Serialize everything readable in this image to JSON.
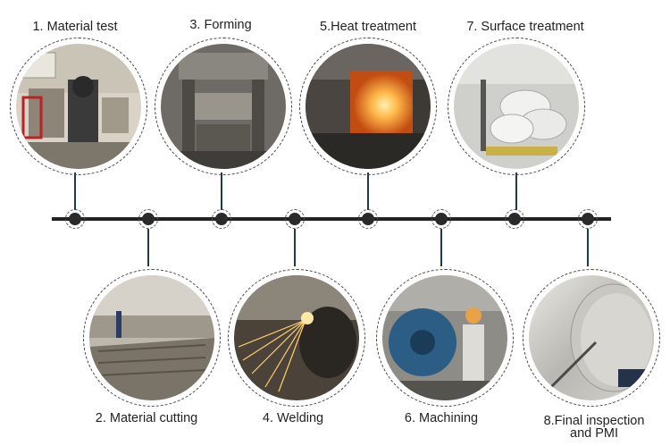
{
  "steps": [
    {
      "label": "1. Material test",
      "icon": "material-test-photo"
    },
    {
      "label": "2. Material cutting",
      "icon": "material-cutting-photo"
    },
    {
      "label": "3. Forming",
      "icon": "forming-press-photo"
    },
    {
      "label": "4. Welding",
      "icon": "welding-sparks-photo"
    },
    {
      "label": "5.Heat treatment",
      "icon": "heat-treatment-furnace-photo"
    },
    {
      "label": "6. Machining",
      "icon": "machining-worker-photo"
    },
    {
      "label": "7. Surface treatment",
      "icon": "surface-treatment-elbows-photo"
    },
    {
      "label_line1": "8.Final inspection",
      "label_line2": "and PMI",
      "icon": "final-inspection-pipe-photo"
    }
  ]
}
